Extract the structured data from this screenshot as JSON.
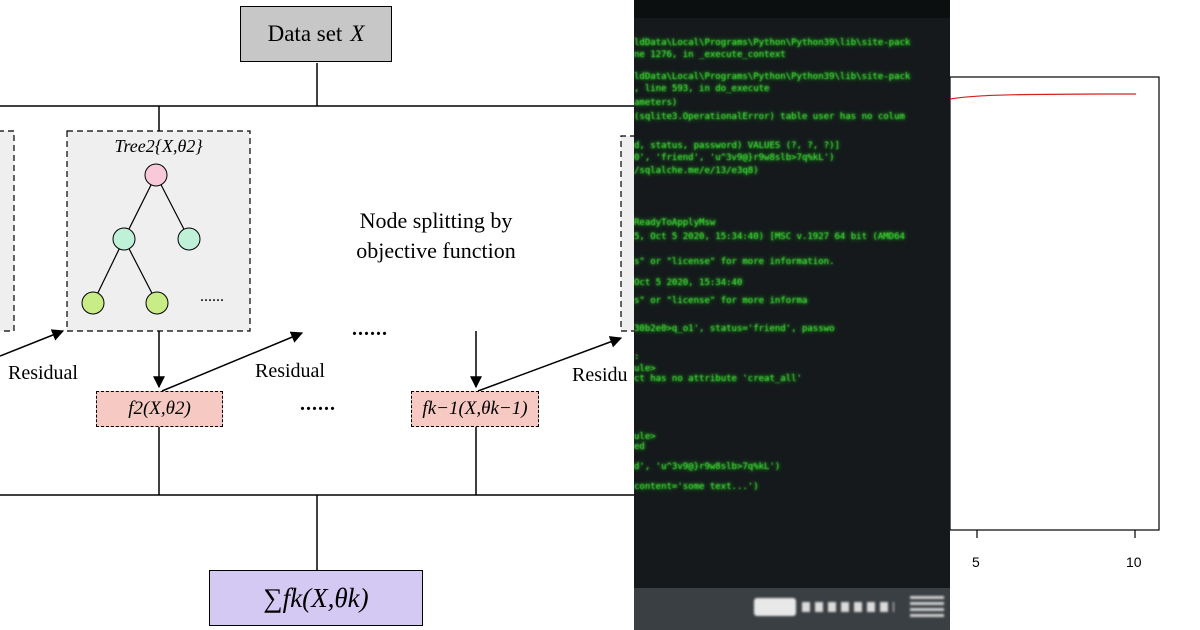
{
  "diagram": {
    "dataset": {
      "label": "Data set",
      "var": "X"
    },
    "tree2": {
      "caption": "Tree2{X,θ2}",
      "ellipsis": "......"
    },
    "node_splitting": {
      "line1": "Node splitting by",
      "line2": "objective function"
    },
    "residual_labels": [
      "Residual",
      "Residual",
      "Residu"
    ],
    "f2": "f2(X,θ2)",
    "fk1": "fk−1(X,θk−1)",
    "dots_middle_upper": "......",
    "dots_middle_lower": "......",
    "sum": "∑fk(X,θk)",
    "colors": {
      "dataset_fill": "#c7c7c7",
      "tree_fill": "#efefef",
      "f_fill": "#f6c9c2",
      "f_border": "#cc4433",
      "sum_fill": "#d4c9f2",
      "root_node": "#f8c9d8",
      "mid_node": "#bff0d8",
      "leaf_node": "#c8ec86"
    }
  },
  "terminal": {
    "lines": [
      "ldData\\Local\\Programs\\Python\\Python39\\lib\\site-pack",
      "ne 1276, in _execute_context",
      "ldData\\Local\\Programs\\Python\\Python39\\lib\\site-pack",
      ", line 593, in do_execute",
      "ameters)",
      "(sqlite3.OperationalError) table user has no colum",
      "",
      "d, status, password) VALUES (?, ?, ?)]",
      "0', 'friend', 'u^3v9@}r9w8slb>7q%kL')",
      "/sqlalche.me/e/13/e3q8)",
      "",
      "ReadyToApplyMsw",
      "5, Oct  5 2020, 15:34:40) [MSC v.1927 64 bit (AMD64",
      "s\" or \"license\" for more information.",
      "",
      "Oct  5 2020, 15:34:40",
      "s\" or \"license\" for more informa",
      "",
      "30b2e0>q_o1', status='friend', passwo",
      "",
      ":",
      "ule>",
      "ct has no attribute 'creat_all'",
      "",
      "",
      "ule>",
      "ed",
      "",
      "d', 'u^3v9@}r9w8slb>7q%kL')",
      "",
      " content='some text...')"
    ]
  },
  "plot": {
    "x_ticks": [
      "5",
      "10"
    ],
    "line_color": "#d62020"
  }
}
